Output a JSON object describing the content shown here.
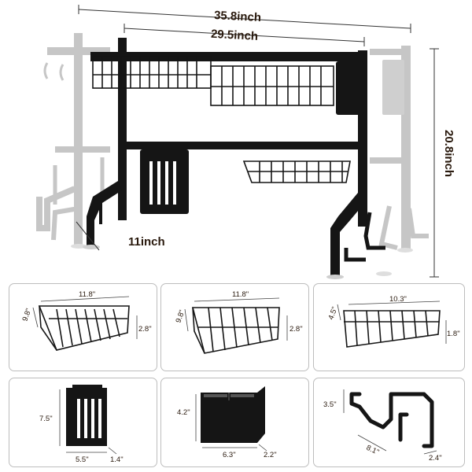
{
  "overall": {
    "total_width": "35.8inch",
    "adjustable_width": "29.5inch",
    "height": "20.8inch",
    "depth": "11inch"
  },
  "parts": [
    {
      "name": "dish-basket-large",
      "dims": [
        "9.8\"",
        "11.8\"",
        "2.8\""
      ]
    },
    {
      "name": "dish-basket-medium",
      "dims": [
        "9.8\"",
        "11.8\"",
        "2.8\""
      ]
    },
    {
      "name": "dish-basket-small",
      "dims": [
        "4.5\"",
        "10.3\"",
        "1.8\""
      ]
    },
    {
      "name": "cutting-board-holder",
      "dims": [
        "7.5\"",
        "5.5\"",
        "1.4\""
      ]
    },
    {
      "name": "utensil-holder",
      "dims": [
        "4.2\"",
        "6.3\"",
        "2.2\""
      ]
    },
    {
      "name": "cup-hook",
      "dims": [
        "3.5\"",
        "8.1\"",
        "2.4\""
      ]
    }
  ],
  "colors": {
    "label": "#7a4a1e",
    "rack": "#151515",
    "ghost": "#bdbdbd"
  }
}
